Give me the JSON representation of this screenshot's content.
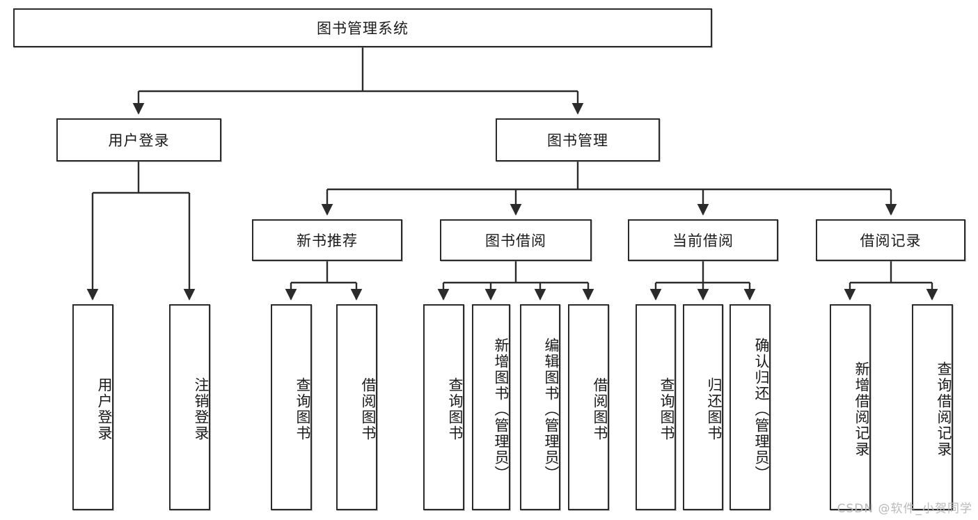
{
  "diagram": {
    "title": "图书管理系统",
    "type": "tree",
    "watermark": "CSDN @软件_小贺同学",
    "colors": {
      "stroke": "#2b2b2b",
      "fill": "#ffffff",
      "text": "#1a1a1a",
      "watermark": "#b9b9b9"
    },
    "nodes": {
      "root": {
        "label": "图书管理系统",
        "orientation": "horizontal"
      },
      "level2": [
        {
          "id": "user-login",
          "label": "用户登录",
          "orientation": "horizontal"
        },
        {
          "id": "book-manage",
          "label": "图书管理",
          "orientation": "horizontal"
        }
      ],
      "level3": [
        {
          "id": "new-book-recommend",
          "label": "新书推荐",
          "orientation": "horizontal"
        },
        {
          "id": "book-borrow",
          "label": "图书借阅",
          "orientation": "horizontal"
        },
        {
          "id": "current-borrow",
          "label": "当前借阅",
          "orientation": "horizontal"
        },
        {
          "id": "borrow-record",
          "label": "借阅记录",
          "orientation": "horizontal"
        }
      ],
      "leaves": [
        {
          "id": "leaf-user-login",
          "label": "用户登录",
          "parent": "user-login",
          "orientation": "vertical"
        },
        {
          "id": "leaf-user-logout",
          "label": "注销登录",
          "parent": "user-login",
          "orientation": "vertical"
        },
        {
          "id": "leaf-query-book-1",
          "label": "查询图书",
          "parent": "new-book-recommend",
          "orientation": "vertical"
        },
        {
          "id": "leaf-borrow-book-1",
          "label": "借阅图书",
          "parent": "new-book-recommend",
          "orientation": "vertical"
        },
        {
          "id": "leaf-query-book-2",
          "label": "查询图书",
          "parent": "book-borrow",
          "orientation": "vertical"
        },
        {
          "id": "leaf-add-book",
          "label": "新增图书（管理员）",
          "parent": "book-borrow",
          "orientation": "vertical"
        },
        {
          "id": "leaf-edit-book",
          "label": "编辑图书（管理员）",
          "parent": "book-borrow",
          "orientation": "vertical"
        },
        {
          "id": "leaf-borrow-book-2",
          "label": "借阅图书",
          "parent": "book-borrow",
          "orientation": "vertical"
        },
        {
          "id": "leaf-query-book-3",
          "label": "查询图书",
          "parent": "current-borrow",
          "orientation": "vertical"
        },
        {
          "id": "leaf-return-book",
          "label": "归还图书",
          "parent": "current-borrow",
          "orientation": "vertical"
        },
        {
          "id": "leaf-confirm-return",
          "label": "确认归还（管理员）",
          "parent": "current-borrow",
          "orientation": "vertical"
        },
        {
          "id": "leaf-add-record",
          "label": "新增借阅记录",
          "parent": "borrow-record",
          "orientation": "vertical"
        },
        {
          "id": "leaf-query-record",
          "label": "查询借阅记录",
          "parent": "borrow-record",
          "orientation": "vertical"
        }
      ]
    }
  }
}
